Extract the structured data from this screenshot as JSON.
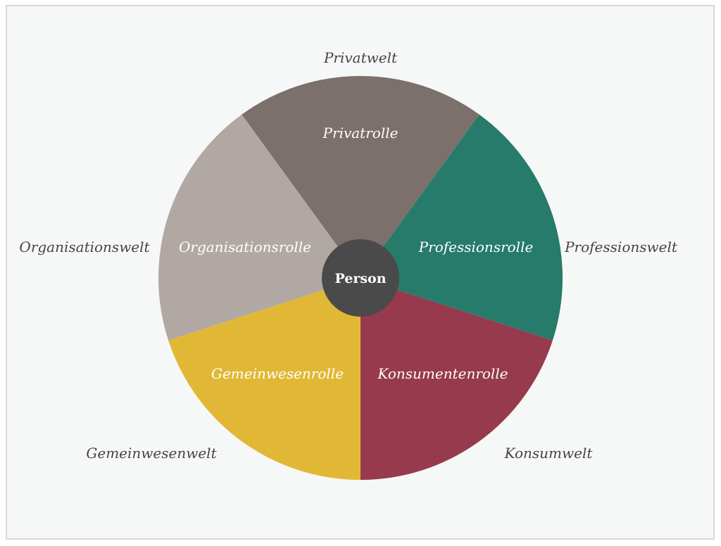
{
  "center": {
    "label": "Person",
    "color": "#4a4a4a"
  },
  "segments": [
    {
      "id": "privat",
      "role": "Privatrolle",
      "world": "Privatwelt",
      "color": "#7b706b"
    },
    {
      "id": "profession",
      "role": "Professionsrolle",
      "world": "Professionswelt",
      "color": "#267b6a"
    },
    {
      "id": "konsum",
      "role": "Konsumentenrolle",
      "world": "Konsumwelt",
      "color": "#973a4d"
    },
    {
      "id": "gemeinwesen",
      "role": "Gemeinwesenrolle",
      "world": "Gemeinwesenwelt",
      "color": "#e1b835"
    },
    {
      "id": "organisation",
      "role": "Organisationsrolle",
      "world": "Organisationswelt",
      "color": "#b2a8a3"
    }
  ]
}
